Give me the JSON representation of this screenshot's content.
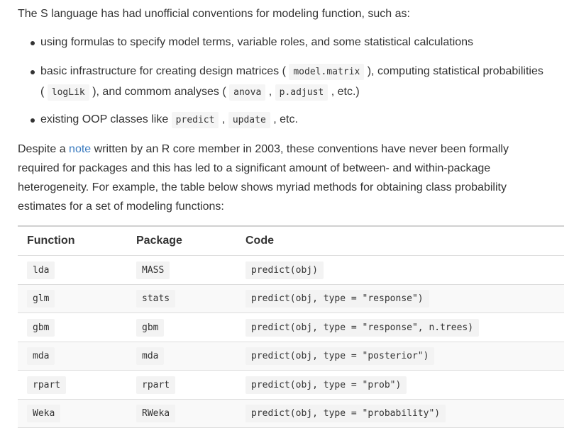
{
  "intro": "The S language has had unofficial conventions for modeling function, such as:",
  "bullets": {
    "b1": "using formulas to specify model terms, variable roles, and some statistical calculations",
    "b2": {
      "t1": "basic infrastructure for creating design matrices ( ",
      "c1": "model.matrix",
      "t2": " ), computing statistical probabilities",
      "t3": "( ",
      "c2": "logLik",
      "t4": " ), and commom analyses ( ",
      "c3": "anova",
      "t5": " , ",
      "c4": "p.adjust",
      "t6": " , etc.)"
    },
    "b3": {
      "t1": "existing OOP classes like ",
      "c1": "predict",
      "t2": " , ",
      "c2": "update",
      "t3": " , etc."
    }
  },
  "para2": {
    "l1a": "Despite a ",
    "link": "note",
    "l1b": " written by an R core member in 2003, these conventions have never been formally",
    "l2": "required for packages and this has led to a significant amount of between- and within-package",
    "l3": "heterogeneity. For example, the table below shows myriad methods for obtaining class probability",
    "l4": "estimates for a set of modeling functions:"
  },
  "table": {
    "headers": [
      "Function",
      "Package",
      "Code"
    ],
    "rows": [
      [
        "lda",
        "MASS",
        "predict(obj)"
      ],
      [
        "glm",
        "stats",
        "predict(obj, type = \"response\")"
      ],
      [
        "gbm",
        "gbm",
        "predict(obj, type = \"response\", n.trees)"
      ],
      [
        "mda",
        "mda",
        "predict(obj, type = \"posterior\")"
      ],
      [
        "rpart",
        "rpart",
        "predict(obj, type = \"prob\")"
      ],
      [
        "Weka",
        "RWeka",
        "predict(obj, type = \"probability\")"
      ]
    ]
  },
  "colors": {
    "link": "#3a7bbf",
    "text": "#333333",
    "code_bg": "#f5f5f5",
    "row_alt": "#f9f9f9"
  }
}
